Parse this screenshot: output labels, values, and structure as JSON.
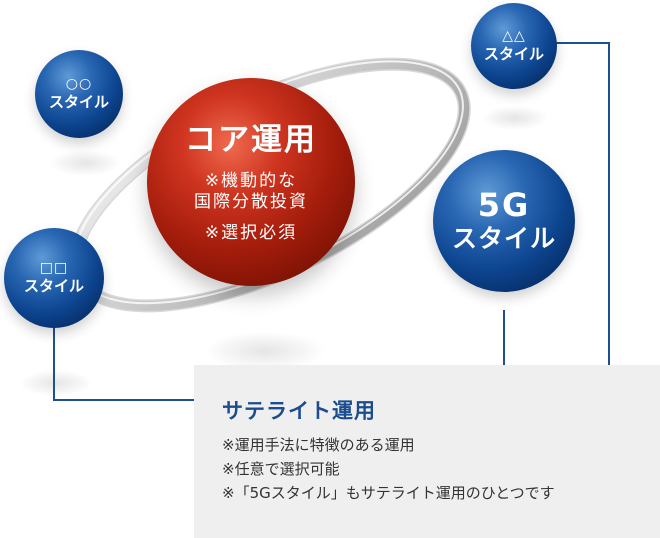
{
  "colors": {
    "core_red": "#a51d0c",
    "satellite_blue": "#0d4590",
    "connector": "#1d5093",
    "heading_blue": "#1b4d8e",
    "panel_bg": "#efefef"
  },
  "core": {
    "title": "コア運用",
    "lines": [
      "※機動的な",
      "国際分散投資",
      "※選択必須"
    ]
  },
  "satellites": {
    "circle_style": {
      "symbol": "○○",
      "label": "スタイル"
    },
    "triangle_style": {
      "symbol": "△△",
      "label": "スタイル"
    },
    "square_style": {
      "symbol": "□□",
      "label": "スタイル"
    },
    "g5_style": {
      "number": "5G",
      "label": "スタイル"
    }
  },
  "satellite_panel": {
    "heading": "サテライト運用",
    "notes": [
      "※運用手法に特徴のある運用",
      "※任意で選択可能",
      "※「5Gスタイル」もサテライト運用のひとつです"
    ]
  }
}
